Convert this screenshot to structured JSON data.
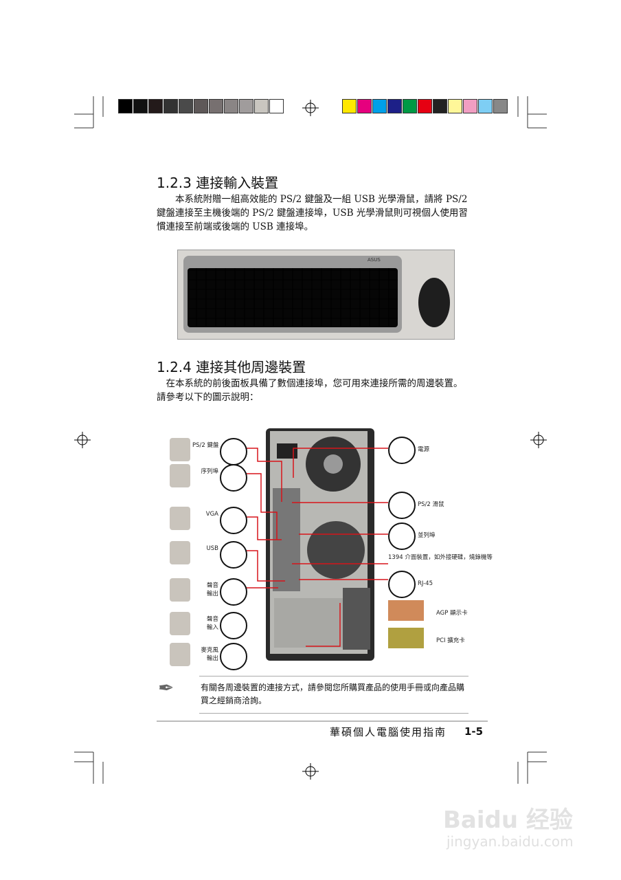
{
  "color_bar_gray": [
    "#000000",
    "#111111",
    "#231a1a",
    "#333333",
    "#4a4a4a",
    "#5e5858",
    "#777070",
    "#8a8585",
    "#a09c9c",
    "#c9c6c0",
    "#ffffff"
  ],
  "color_bar_color": [
    "#ffe800",
    "#e6007e",
    "#00a0e9",
    "#1d2088",
    "#009944",
    "#e60012",
    "#222222",
    "#fff799",
    "#f19ec2",
    "#7ecef4",
    "#888888"
  ],
  "section1": {
    "title": "1.2.3 連接輸入裝置",
    "body": "本系統附贈一組高效能的 PS/2 鍵盤及一組 USB 光學滑鼠，請將 PS/2 鍵盤連接至主機後端的 PS/2 鍵盤連接埠，USB 光學滑鼠則可視個人使用習慣連接至前端或後端的 USB 連接埠。",
    "keyboard_brand": "ASUS"
  },
  "section2": {
    "title": "1.2.4 連接其他周邊裝置",
    "body": "在本系統的前後面板具備了數個連接埠，您可用來連接所需的周邊裝置。請參考以下的圖示說明："
  },
  "diagram": {
    "left": [
      {
        "label": "PS/2 鍵盤"
      },
      {
        "label": "序列埠"
      },
      {
        "label": "VGA"
      },
      {
        "label": "USB"
      },
      {
        "label": "聲音\n輸出"
      },
      {
        "label": "聲音\n輸入"
      },
      {
        "label": "麥克風\n輸出"
      }
    ],
    "right": [
      {
        "label": "電源"
      },
      {
        "label": "PS/2 滑鼠"
      },
      {
        "label": "並列埠"
      },
      {
        "label": "1394 介面裝置，如外接硬碟，燒錄機等"
      },
      {
        "label": "RJ-45"
      },
      {
        "label": "AGP 顯示卡"
      },
      {
        "label": "PCI 擴充卡"
      }
    ],
    "line_color": "#d7141a"
  },
  "note": {
    "icon": "feather-pen-icon",
    "text": "有關各周邊裝置的連接方式，請參閱您所購買產品的使用手冊或向產品購買之經銷商洽詢。"
  },
  "footer": {
    "title": "華碩個人電腦使用指南",
    "page": "1-5"
  },
  "watermark": {
    "brand": "Baidu 经验",
    "url": "jingyan.baidu.com"
  }
}
